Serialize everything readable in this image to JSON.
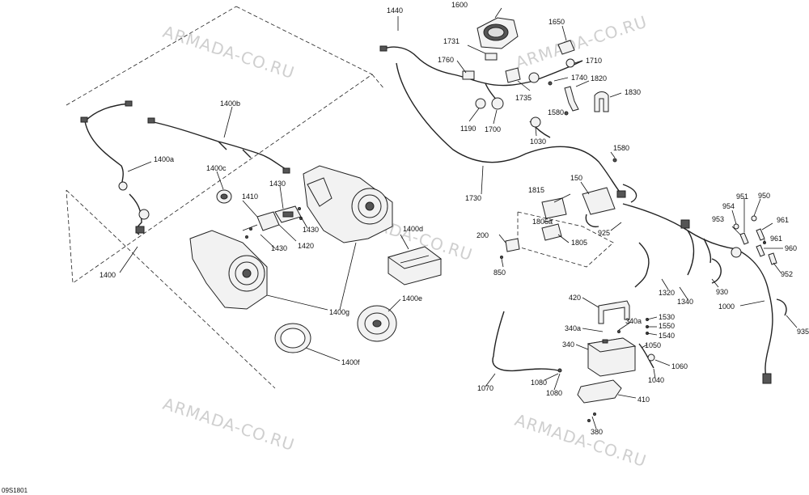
{
  "drawing_code": "09S1801",
  "watermark": "ARMADA-CO.RU",
  "callouts": {
    "c1440": "1440",
    "c1600": "1600",
    "c1650": "1650",
    "c1731": "1731",
    "c1760": "1760",
    "c1710": "1710",
    "c1740": "1740",
    "c1820": "1820",
    "c1830": "1830",
    "c1735": "1735",
    "c1580a": "1580",
    "c1190": "1190",
    "c1700": "1700",
    "c1030": "1030",
    "c1580b": "1580",
    "c1400b": "1400b",
    "c1400a": "1400a",
    "c1400c": "1400c",
    "c1430a": "1430",
    "c1410": "1410",
    "c1430b": "1430",
    "c1430c": "1430",
    "c1420": "1420",
    "c1400d": "1400d",
    "c1400": "1400",
    "c1400g": "1400g",
    "c1400e": "1400e",
    "c1400f": "1400f",
    "c1730": "1730",
    "c1815": "1815",
    "c150": "150",
    "c1805a": "1805a",
    "c1805": "1805",
    "c925": "925",
    "c200": "200",
    "c850": "850",
    "c951": "951",
    "c950": "950",
    "c954": "954",
    "c953": "953",
    "c961a": "961",
    "c961b": "961",
    "c960": "960",
    "c952": "952",
    "c930": "930",
    "c1320": "1320",
    "c1340": "1340",
    "c1000": "1000",
    "c935": "935",
    "c420": "420",
    "c340a1": "340a",
    "c340a2": "340a",
    "c1530": "1530",
    "c1550": "1550",
    "c1540": "1540",
    "c340": "340",
    "c1050": "1050",
    "c1060": "1060",
    "c1040": "1040",
    "c1070": "1070",
    "c1080a": "1080",
    "c1080b": "1080",
    "c410": "410",
    "c380": "380"
  }
}
